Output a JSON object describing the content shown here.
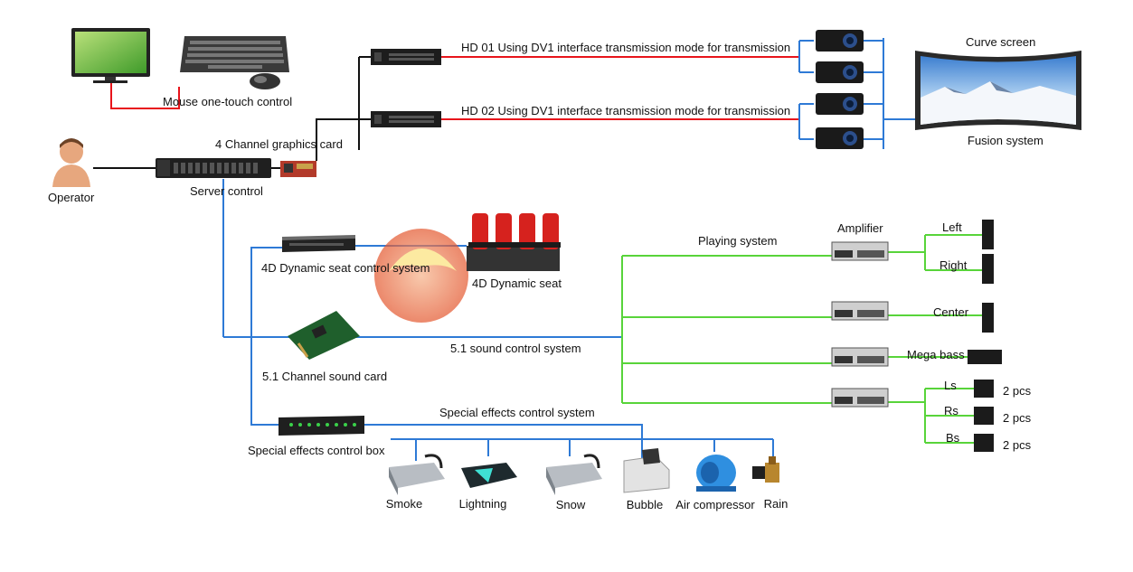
{
  "labels": {
    "mouse_control": "Mouse one-touch control",
    "graphics_card": "4 Channel graphics card",
    "operator": "Operator",
    "server_control": "Server control",
    "hd01": "HD 01 Using DV1 interface transmission mode for transmission",
    "hd02": "HD 02 Using DV1 interface transmission mode for transmission",
    "curve_screen": "Curve screen",
    "fusion_system": "Fusion system",
    "seat_control": "4D Dynamic seat control system",
    "dynamic_seat": "4D Dynamic seat",
    "playing_system": "Playing system",
    "amplifier": "Amplifier",
    "left": "Left",
    "right": "Right",
    "center": "Center",
    "mega_bass": "Mega bass",
    "ls": "Ls",
    "rs": "Rs",
    "bs": "Bs",
    "pcs1": "2 pcs",
    "pcs2": "2 pcs",
    "pcs3": "2 pcs",
    "sound_control": "5.1 sound control system",
    "sound_card": "5.1 Channel sound card",
    "effects_system": "Special effects control system",
    "effects_box": "Special effects control box",
    "smoke": "Smoke",
    "lightning": "Lightning",
    "snow": "Snow",
    "bubble": "Bubble",
    "air_compressor": "Air compressor",
    "rain": "Rain"
  },
  "colors": {
    "red_line": "#e8141b",
    "blue_line": "#2e7ad6",
    "green_line": "#58d43a",
    "black_line": "#111111"
  },
  "icons": [
    "monitor-icon",
    "keyboard-icon",
    "mouse-icon",
    "operator-icon",
    "server-icon",
    "graphics-card-icon",
    "video-processor-icon",
    "projector-icon",
    "curve-screen-icon",
    "seat-controller-icon",
    "dynamic-seat-icon",
    "sound-card-icon",
    "amplifier-icon",
    "speaker-icon",
    "subwoofer-icon",
    "effects-box-icon",
    "smoke-machine-icon",
    "lightning-icon",
    "snow-machine-icon",
    "bubble-machine-icon",
    "air-compressor-icon",
    "rain-valve-icon"
  ]
}
